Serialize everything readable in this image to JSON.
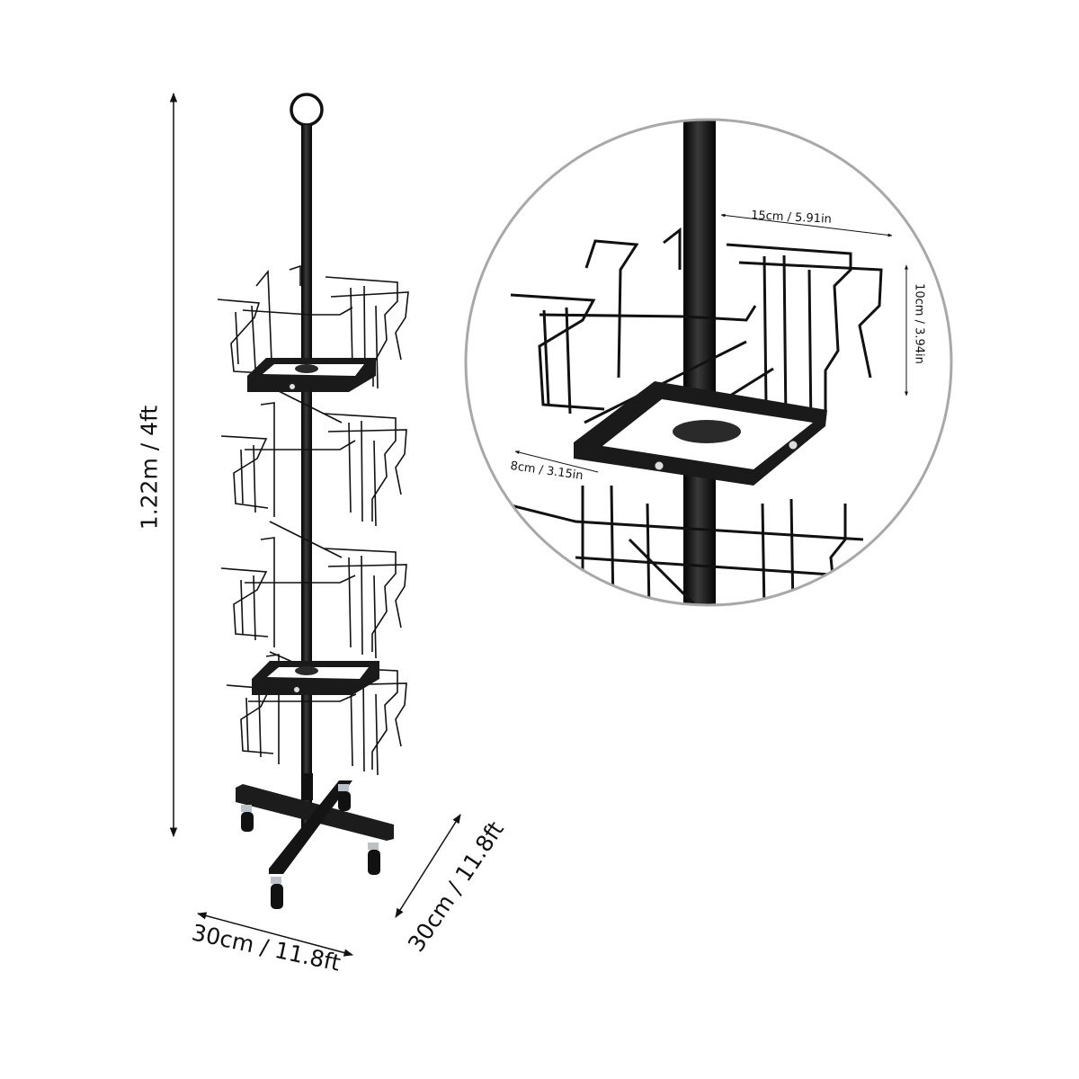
{
  "diagram": {
    "subject": "Rotating wire card display rack on casters",
    "colors": {
      "background": "#ffffff",
      "metal": "#111111",
      "detail_circle_outline": "#a8a8a8",
      "dimension_lines": "#111111",
      "caster_metal": "#b9c2c8"
    },
    "main_view": {
      "height_label": "1.22m / 4ft",
      "width_label": "30cm / 11.8ft",
      "depth_label": "30cm / 11.8ft",
      "tiers": 4,
      "casters": 4
    },
    "detail_view": {
      "pocket_width_label": "15cm / 5.91in",
      "pocket_height_label": "10cm / 3.94in",
      "pocket_depth_label": "8cm / 3.15in"
    }
  }
}
